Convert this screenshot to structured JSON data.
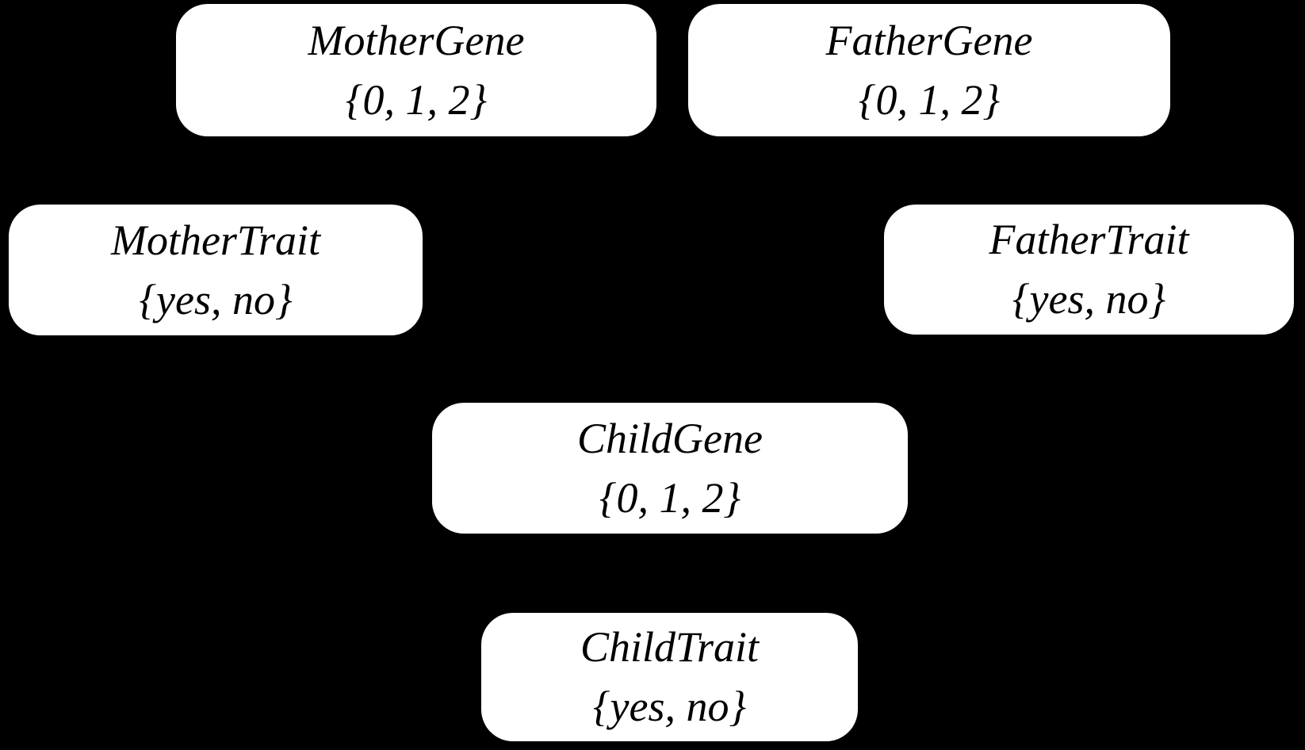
{
  "diagram": {
    "background_color": "#000000",
    "node_fill_color": "#ffffff",
    "node_text_color": "#000000",
    "nodes": [
      {
        "name": "MotherGene",
        "domain": "{0, 1, 2}"
      },
      {
        "name": "FatherGene",
        "domain": "{0, 1, 2}"
      },
      {
        "name": "MotherTrait",
        "domain": "{yes, no}"
      },
      {
        "name": "FatherTrait",
        "domain": "{yes, no}"
      },
      {
        "name": "ChildGene",
        "domain": "{0, 1, 2}"
      },
      {
        "name": "ChildTrait",
        "domain": "{yes, no}"
      }
    ]
  }
}
